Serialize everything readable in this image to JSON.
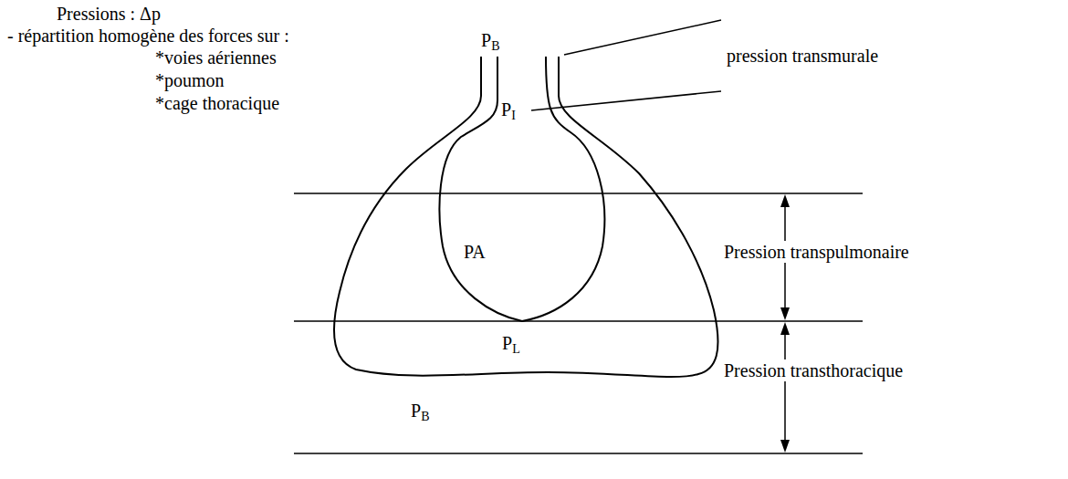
{
  "diagram": {
    "nodes": [
      {
        "text": [
          "PL"
        ]
      },
      {
        "text": [
          "PI",
          "PA"
        ],
        "in": 0
      }
    ],
    "labels": [
      "Pressions : Δp",
      "- répartition homogène des forces sur :",
      "*voies aériennes",
      "*poumon",
      "*cage thoracique",
      "PB",
      "pression transmurale",
      "Pression transpulmonaire",
      "Pression transthoracique",
      "PB"
    ]
  }
}
